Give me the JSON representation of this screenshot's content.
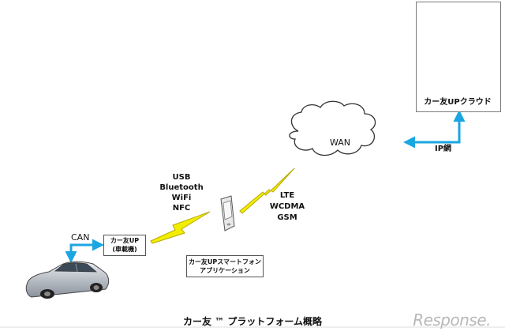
{
  "cloud_box": {
    "label": "カー友UPクラウド"
  },
  "wan": {
    "label": "WAN"
  },
  "ip_network": {
    "label": "IP網"
  },
  "can": {
    "label": "CAN"
  },
  "device_box": {
    "line1": "カー友UP",
    "line2": "(車載機)"
  },
  "app_box": {
    "line1": "カー友UPスマートフォン",
    "line2": "アプリケーション"
  },
  "local_connections": [
    "USB",
    "Bluetooth",
    "WiFi",
    "NFC"
  ],
  "wide_connections": [
    "LTE",
    "WCDMA",
    "GSM"
  ],
  "title": "カー友 ™ プラットフォーム概略",
  "watermark": "Response.",
  "colors": {
    "arrow": "#1aa6e0",
    "bolt": "#f2ee00",
    "bolt_stroke": "#b9a800"
  }
}
